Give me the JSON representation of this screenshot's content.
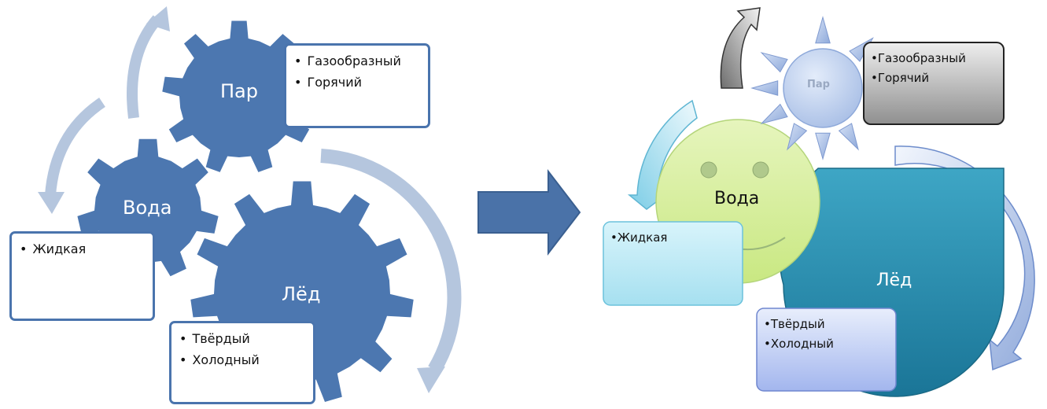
{
  "left": {
    "steam": {
      "title": "Пар",
      "items": [
        "Газообразный",
        "Горячий"
      ]
    },
    "water": {
      "title": "Вода",
      "items": [
        "Жидкая"
      ]
    },
    "ice": {
      "title": "Лёд",
      "items": [
        "Твёрдый",
        "Холодный"
      ]
    }
  },
  "right": {
    "steam": {
      "title": "Пар",
      "items": [
        "Газообразный",
        "Горячий"
      ]
    },
    "water": {
      "title": "Вода",
      "items": [
        "Жидкая"
      ]
    },
    "ice": {
      "title": "Лёд",
      "items": [
        "Твёрдый",
        "Холодный"
      ]
    }
  },
  "colors": {
    "gear": "#4c77b0",
    "cycle_arrow": "#b5c6de",
    "transition_arrow": "#4a72a8",
    "smiley": "#d9f0a0",
    "drop": "#2a8fb0",
    "sun": "#c3d3ee",
    "box_steam": "#9e9e9e",
    "box_water": "#aee6f3",
    "box_ice": "#b7c6f1"
  }
}
